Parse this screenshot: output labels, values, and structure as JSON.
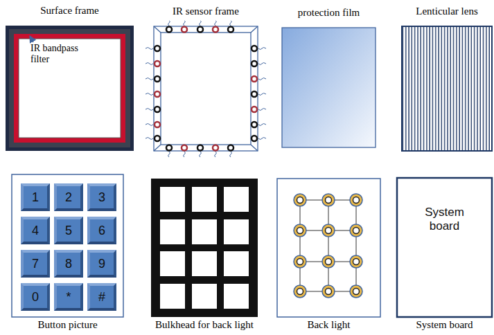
{
  "diagram": {
    "nodes": [
      {
        "text": [
          "Surface frame"
        ]
      },
      {
        "text": [
          "IR sensor frame"
        ]
      },
      {
        "text": [
          "protection film"
        ]
      },
      {
        "text": [
          "Lenticular lens"
        ]
      },
      {
        "text": [
          "Button picture"
        ]
      },
      {
        "text": [
          "1"
        ],
        "in": 4
      },
      {
        "text": [
          "2"
        ],
        "in": 4
      },
      {
        "text": [
          "3"
        ],
        "in": 4
      },
      {
        "text": [
          "4"
        ],
        "in": 4
      },
      {
        "text": [
          "5"
        ],
        "in": 4
      },
      {
        "text": [
          "6"
        ],
        "in": 4
      },
      {
        "text": [
          "7"
        ],
        "in": 4
      },
      {
        "text": [
          "8"
        ],
        "in": 4
      },
      {
        "text": [
          "9"
        ],
        "in": 4
      },
      {
        "text": [
          "0"
        ],
        "in": 4
      },
      {
        "text": [
          "*"
        ],
        "in": 4
      },
      {
        "text": [
          "#"
        ],
        "in": 4
      },
      {
        "text": [
          "Bulkhead for back light"
        ]
      },
      {
        "text": [
          "Back light"
        ]
      },
      {
        "text": [
          "System board",
          "System board"
        ]
      }
    ],
    "labels": [
      "IR bandpass filter"
    ]
  }
}
